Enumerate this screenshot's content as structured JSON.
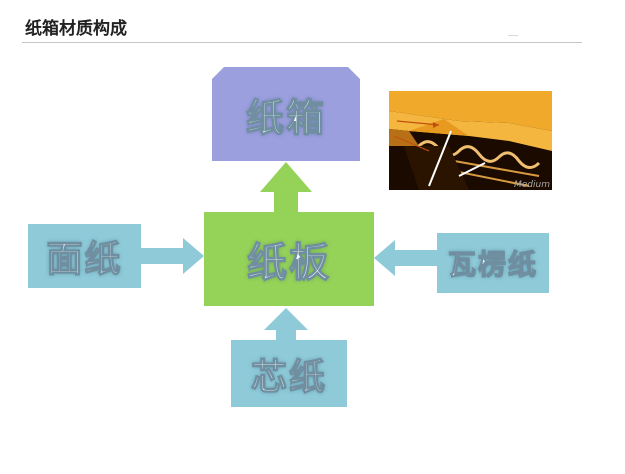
{
  "page": {
    "title": "纸箱材质构成"
  },
  "nodes": {
    "carton": "纸箱",
    "board": "纸板",
    "face_paper": "面纸",
    "fluting_paper": "瓦楞纸",
    "core_paper": "芯纸"
  },
  "photo": {
    "label": "Medium",
    "description_icon": "corrugated-board-cross-section-photo"
  },
  "colors": {
    "carton": "#9c9fde",
    "board": "#95d258",
    "inputs": "#8ecad8",
    "arrow_up": "#95d258",
    "arrow_inputs": "#8ecad8"
  }
}
